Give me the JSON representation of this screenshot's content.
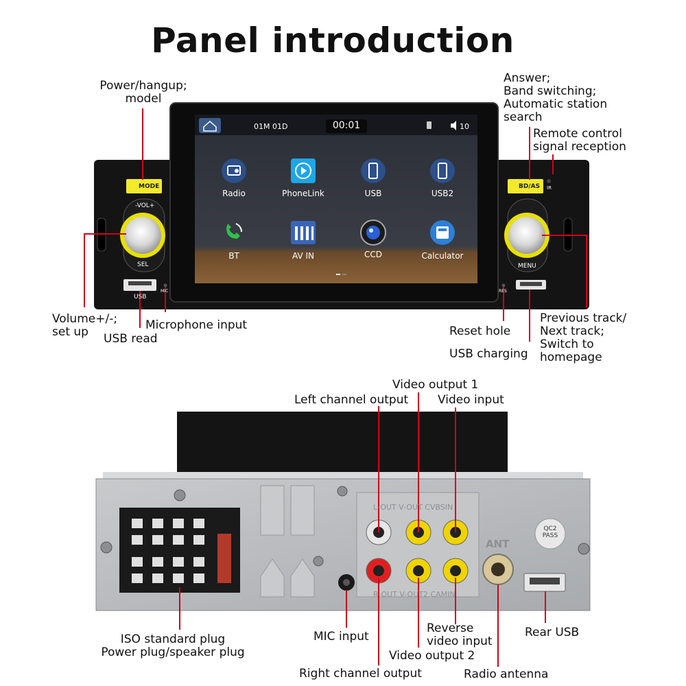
{
  "title": "Panel introduction",
  "front_labels": {
    "power": "Power/hangup;\nmodel",
    "answer": "Answer;\nBand switching;\nAutomatic station\nsearch",
    "remote": "Remote control\nsignal reception",
    "volume": "Volume+/-;\nset up",
    "usb_read": "USB read",
    "mic_input": "Microphone input",
    "reset": "Reset hole",
    "usb_charging": "USB charging",
    "prev_next": "Previous track/\nNext track;\nSwitch to\nhomepage"
  },
  "device_text": {
    "mode": "MODE",
    "vol": "-VOL+",
    "sel": "SEL",
    "usb": "USB",
    "mic": "MIC",
    "bdas": "BD/AS",
    "ir": "IR",
    "menu": "MENU",
    "res": "RES"
  },
  "screen": {
    "date": "01M 01D",
    "time": "00:01",
    "volume": "10",
    "apps": [
      "Radio",
      "PhoneLink",
      "USB",
      "USB2",
      "BT",
      "AV IN",
      "CCD",
      "Calculator"
    ]
  },
  "rear_labels": {
    "video_out_1": "Video output 1",
    "left_channel": "Left channel output",
    "video_input": "Video input",
    "iso": "ISO standard plug\nPower plug/speaker plug",
    "mic": "MIC input",
    "reverse": "Reverse\nvideo input",
    "video_out_2": "Video output 2",
    "rear_usb": "Rear USB",
    "right_channel": "Right channel output",
    "antenna": "Radio antenna"
  },
  "rear_text": {
    "ant": "ANT",
    "qc": "QC2\nPASS",
    "top_row": "L-OUT V-OUT CVBSIN",
    "bottom_row": "R-OUT V-OUT2 CAMIN"
  },
  "colors": {
    "callout": "#d0021b",
    "knob_ring": "#e8e000",
    "panel": "#111111",
    "screen_bg": "#2a2e36",
    "chassis": "#b9bcbf"
  }
}
